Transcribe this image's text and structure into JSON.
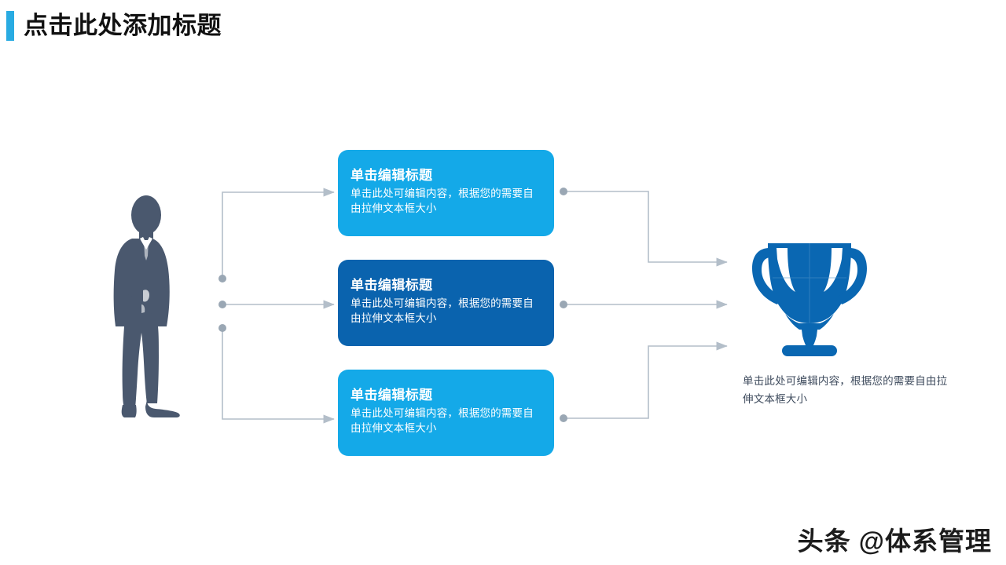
{
  "header": {
    "title": "点击此处添加标题",
    "accent_color": "#29abe2"
  },
  "figures": {
    "person": "businessman-silhouette-icon",
    "person_color": "#4a586e",
    "trophy": "trophy-icon",
    "trophy_color": "#0a67b2"
  },
  "cards": [
    {
      "title": "单击编辑标题",
      "body": "单击此处可编辑内容，根据您的需要自由拉伸文本框大小",
      "color": "#14a9e8"
    },
    {
      "title": "单击编辑标题",
      "body": "单击此处可编辑内容，根据您的需要自由拉伸文本框大小",
      "color": "#0a63ae"
    },
    {
      "title": "单击编辑标题",
      "body": "单击此处可编辑内容，根据您的需要自由拉伸文本框大小",
      "color": "#14a9e8"
    }
  ],
  "result": {
    "description": "单击此处可编辑内容，根据您的需要自由拉伸文本框大小",
    "text_color": "#3d4a5c"
  },
  "connectors": {
    "line_color": "#b3bec9",
    "dot_color": "#9aa7b4",
    "left_count": 3,
    "right_count": 3
  },
  "watermark": {
    "text": "头条 @体系管理"
  }
}
